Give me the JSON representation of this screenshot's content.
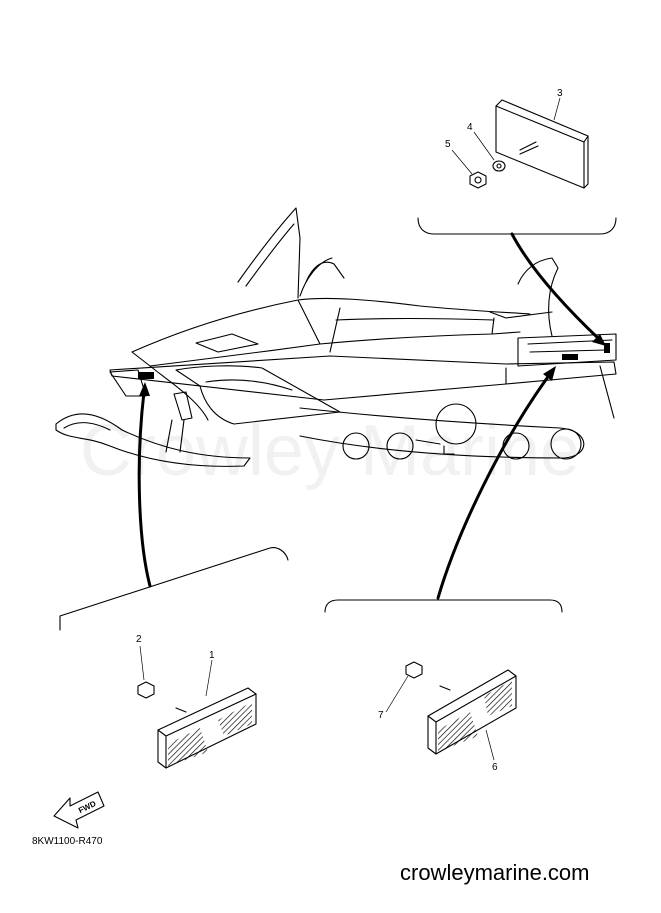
{
  "diagram": {
    "part_code": "8KW1100-R470",
    "fwd_label": "FWD",
    "watermark": "Crowley Marine",
    "site": "crowleymarine.com",
    "callouts": [
      {
        "id": "1",
        "label": "1"
      },
      {
        "id": "2",
        "label": "2"
      },
      {
        "id": "3",
        "label": "3"
      },
      {
        "id": "4",
        "label": "4"
      },
      {
        "id": "5",
        "label": "5"
      },
      {
        "id": "6",
        "label": "6"
      },
      {
        "id": "7",
        "label": "7"
      }
    ]
  },
  "colors": {
    "ink": "#000000",
    "background": "#ffffff"
  }
}
